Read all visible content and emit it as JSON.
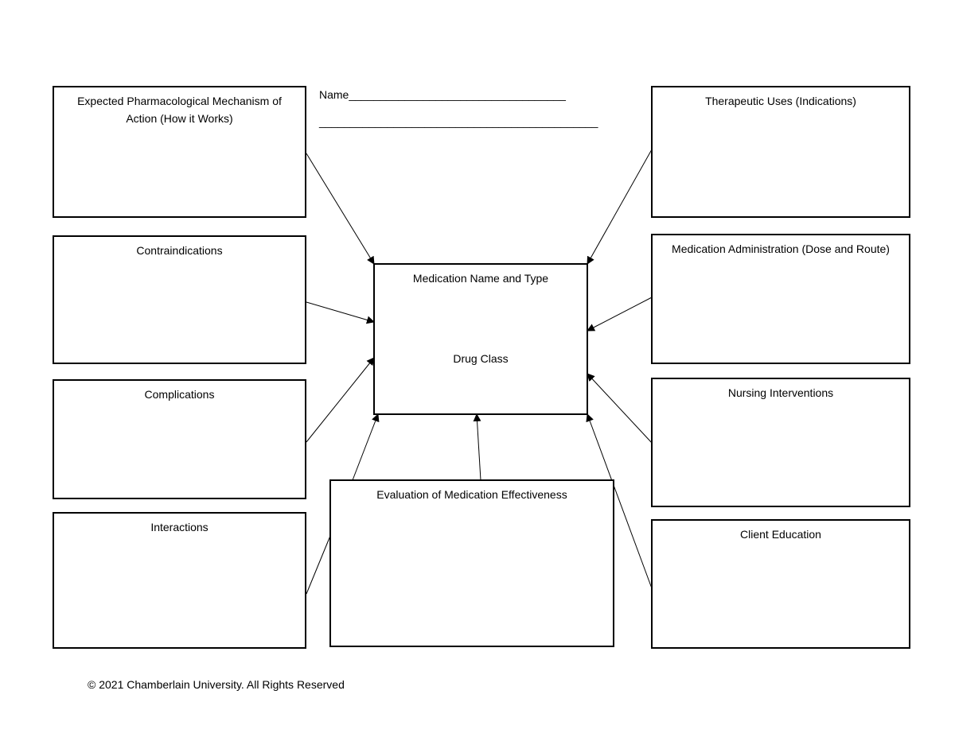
{
  "header": {
    "name_label": "Name___________________________________",
    "name_line2": "_____________________________________________"
  },
  "center": {
    "title": "Medication Name and Type",
    "drug_class": "Drug Class"
  },
  "boxes": {
    "mechanism": "Expected Pharmacological Mechanism of Action (How it Works)",
    "contraindications": "Contraindications",
    "complications": "Complications",
    "interactions": "Interactions",
    "evaluation": "Evaluation of Medication Effectiveness",
    "therapeutic_uses": "Therapeutic Uses (Indications)",
    "administration": "Medication Administration (Dose and Route)",
    "nursing": "Nursing Interventions",
    "education": "Client Education"
  },
  "footer": {
    "copyright": "© 2021 Chamberlain University. All Rights Reserved"
  }
}
